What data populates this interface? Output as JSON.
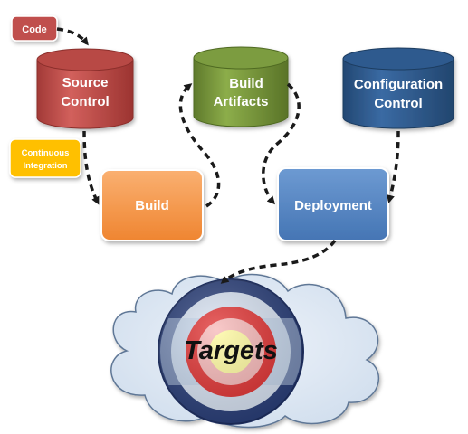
{
  "nodes": {
    "code": {
      "label": "Code",
      "color": "#C0504D"
    },
    "continuous_integration": {
      "line1": "Continuous",
      "line2": "Integration",
      "color": "#FFC000"
    },
    "source_control": {
      "line1": "Source",
      "line2": "Control",
      "color": "#C0504D"
    },
    "build_artifacts": {
      "line1": "Build",
      "line2": "Artifacts",
      "color": "#77933C"
    },
    "configuration_control": {
      "line1": "Configuration",
      "line2": "Control",
      "color": "#2E5A8C"
    },
    "build": {
      "label": "Build",
      "color": "#F79646"
    },
    "deployment": {
      "label": "Deployment",
      "color": "#4F81BD"
    },
    "targets": {
      "label": "Targets"
    }
  },
  "edges": [
    {
      "from": "Code",
      "to": "Source Control"
    },
    {
      "from": "Source Control",
      "to": "Build"
    },
    {
      "from": "Build",
      "to": "Build Artifacts"
    },
    {
      "from": "Build Artifacts",
      "to": "Deployment"
    },
    {
      "from": "Configuration Control",
      "to": "Deployment"
    },
    {
      "from": "Deployment",
      "to": "Targets"
    }
  ],
  "colors": {
    "arrow": "#1a1a1a",
    "cloud_fill": "#DCE6F2",
    "cloud_stroke": "#5F7796"
  }
}
